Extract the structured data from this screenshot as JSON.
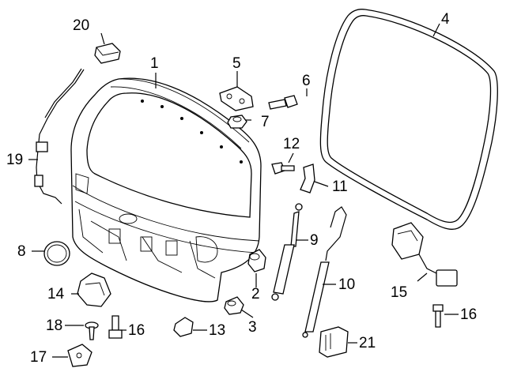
{
  "callouts": [
    {
      "id": "c1",
      "label": "1"
    },
    {
      "id": "c2",
      "label": "2"
    },
    {
      "id": "c3",
      "label": "3"
    },
    {
      "id": "c4",
      "label": "4"
    },
    {
      "id": "c5",
      "label": "5"
    },
    {
      "id": "c6",
      "label": "6"
    },
    {
      "id": "c7",
      "label": "7"
    },
    {
      "id": "c8",
      "label": "8"
    },
    {
      "id": "c9",
      "label": "9"
    },
    {
      "id": "c10",
      "label": "10"
    },
    {
      "id": "c11",
      "label": "11"
    },
    {
      "id": "c12",
      "label": "12"
    },
    {
      "id": "c13",
      "label": "13"
    },
    {
      "id": "c14",
      "label": "14"
    },
    {
      "id": "c15",
      "label": "15"
    },
    {
      "id": "c16a",
      "label": "16"
    },
    {
      "id": "c16b",
      "label": "16"
    },
    {
      "id": "c17",
      "label": "17"
    },
    {
      "id": "c18",
      "label": "18"
    },
    {
      "id": "c19",
      "label": "19"
    },
    {
      "id": "c20",
      "label": "20"
    },
    {
      "id": "c21",
      "label": "21"
    }
  ]
}
